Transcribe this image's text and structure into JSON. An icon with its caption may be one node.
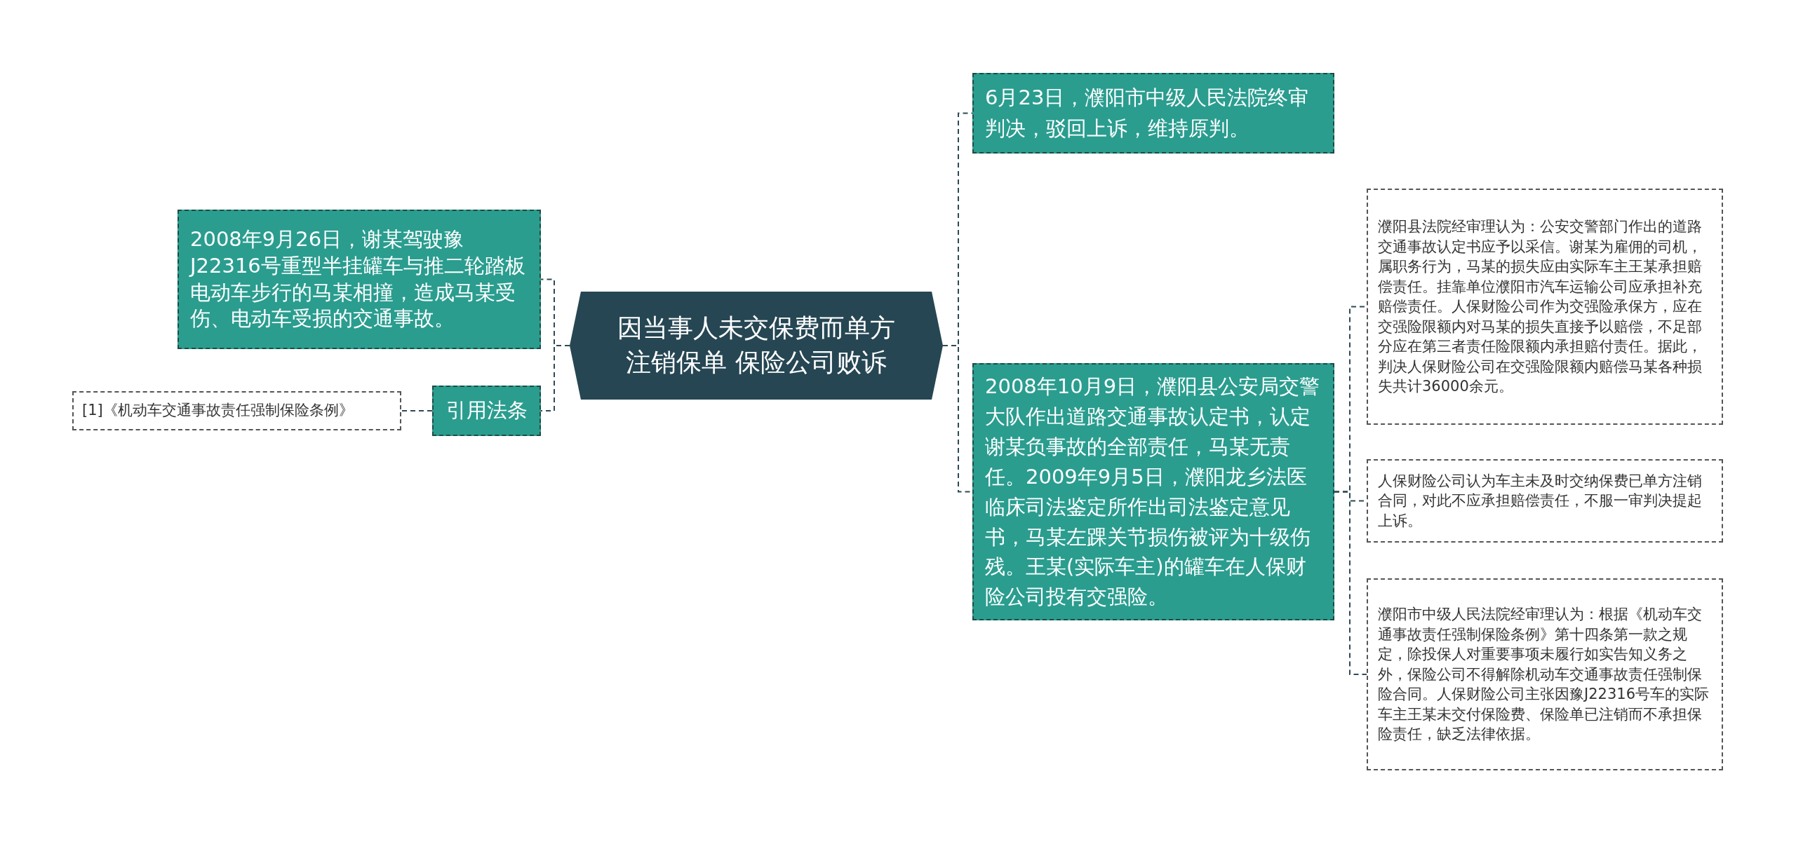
{
  "diagram": {
    "nodes": [
      {
        "text": [
          "因当事人未交保费而单方注销保单 保险公司败诉"
        ]
      },
      {
        "text": [
          "2008年9月26日，谢某驾驶豫J22316号重型半挂罐车与推二轮踏板电动车步行的马某相撞，造成马某受伤、电动车受损的交通事故。"
        ]
      },
      {
        "text": [
          "引用法条"
        ]
      },
      {
        "text": [
          "[1]《机动车交通事故责任强制保险条例》"
        ]
      },
      {
        "text": [
          "6月23日，濮阳市中级人民法院终审判决，驳回上诉，维持原判。"
        ]
      },
      {
        "text": [
          "2008年10月9日，濮阳县公安局交警大队作出道路交通事故认定书，认定谢某负事故的全部责任，马某无责任。2009年9月5日，濮阳龙乡法医临床司法鉴定所作出司法鉴定意见书，马某左踝关节损伤被评为十级伤残。王某(实际车主)的罐车在人保财险公司投有交强险。"
        ]
      },
      {
        "text": [
          "濮阳县法院经审理认为：公安交警部门作出的道路交通事故认定书应予以采信。谢某为雇佣的司机，属职务行为，马某的损失应由实际车主王某承担赔偿责任。挂靠单位濮阳市汽车运输公司应承担补充赔偿责任。人保财险公司作为交强险承保方，应在交强险限额内对马某的损失直接予以赔偿，不足部分应在第三者责任险限额内承担赔付责任。据此，判决人保财险公司在交强险限额内赔偿马某各种损失共计36000余元。"
        ]
      },
      {
        "text": [
          "人保财险公司认为车主未及时交纳保费已单方注销合同，对此不应承担赔偿责任，不服一审判决提起上诉。"
        ]
      },
      {
        "text": [
          "濮阳市中级人民法院经审理认为：根据《机动车交通事故责任强制保险条例》第十四条第一款之规定，除投保人对重要事项未履行如实告知义务之外，保险公司不得解除机动车交通事故责任强制保险合同。人保财险公司主张因豫J22316号车的实际车主王某未交付保险费、保险单已注销而不承担保险责任，缺乏法律依据。"
        ]
      }
    ],
    "edges": [
      {
        "from": 0,
        "to": 1,
        "arrow": "none"
      },
      {
        "from": 0,
        "to": 2,
        "arrow": "none"
      },
      {
        "from": 2,
        "to": 3,
        "arrow": "none"
      },
      {
        "from": 0,
        "to": 4,
        "arrow": "none"
      },
      {
        "from": 0,
        "to": 5,
        "arrow": "none"
      },
      {
        "from": 5,
        "to": 6,
        "arrow": "none"
      },
      {
        "from": 5,
        "to": 7,
        "arrow": "none"
      },
      {
        "from": 5,
        "to": 8,
        "arrow": "none"
      }
    ]
  }
}
